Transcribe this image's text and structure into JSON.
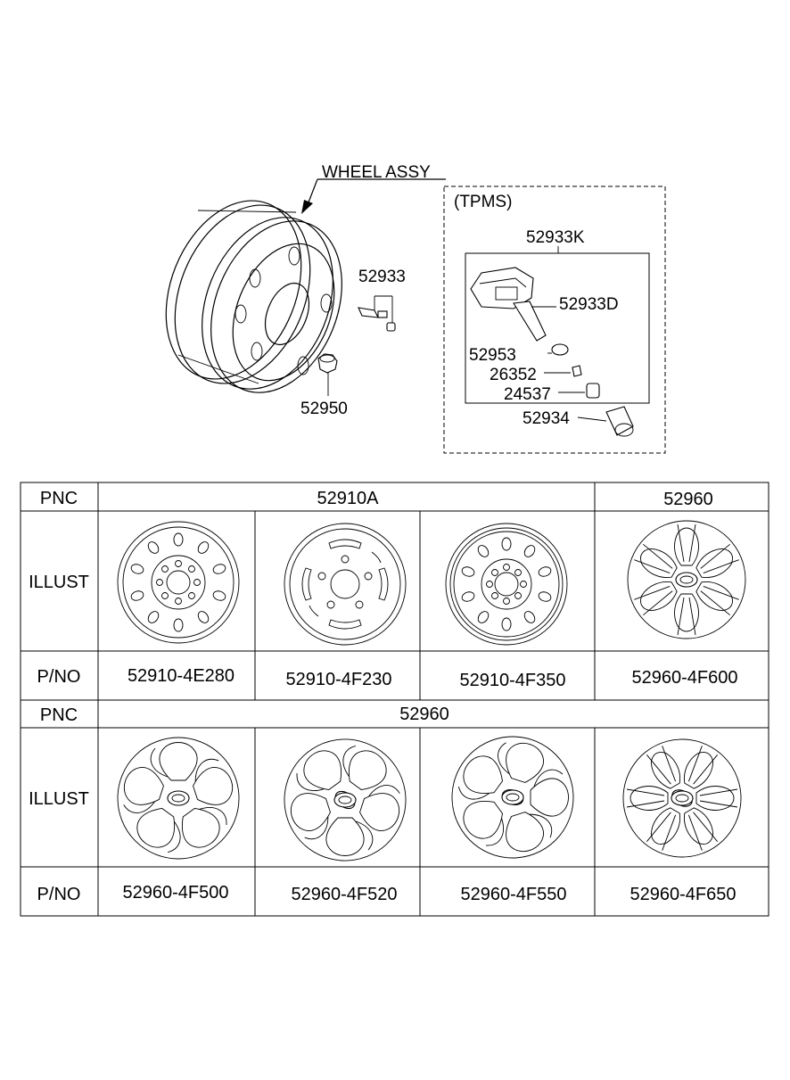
{
  "assembly": {
    "title": "WHEEL ASSY",
    "tpms_title": "(TPMS)",
    "parts": {
      "p52933K": "52933K",
      "p52933": "52933",
      "p52933D": "52933D",
      "p52953": "52953",
      "p26352": "26352",
      "p24537": "24537",
      "p52934": "52934",
      "p52950": "52950"
    }
  },
  "table": {
    "row_labels": {
      "pnc": "PNC",
      "illust": "ILLUST",
      "pno": "P/NO"
    },
    "section1": {
      "pnc": [
        "52910A",
        "52960"
      ],
      "pno": [
        "52910-4E280",
        "52910-4F230",
        "52910-4F350",
        "52960-4F600"
      ]
    },
    "section2": {
      "pnc": "52960",
      "pno": [
        "52960-4F500",
        "52960-4F520",
        "52960-4F550",
        "52960-4F650"
      ]
    }
  }
}
